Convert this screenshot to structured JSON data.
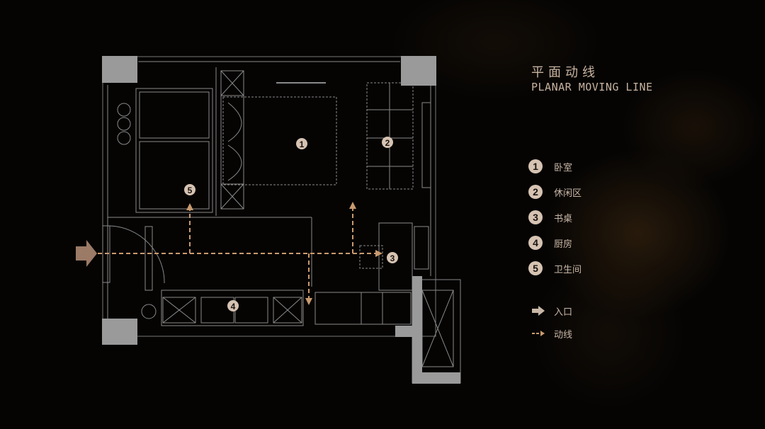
{
  "title": {
    "cn": "平面动线",
    "en": "PLANAR MOVING LINE"
  },
  "legend": [
    {
      "num": "1",
      "label": "卧室"
    },
    {
      "num": "2",
      "label": "休闲区"
    },
    {
      "num": "3",
      "label": "书桌"
    },
    {
      "num": "4",
      "label": "厨房"
    },
    {
      "num": "5",
      "label": "卫生间"
    }
  ],
  "key": {
    "entrance": "入口",
    "route": "动线"
  },
  "plan_markers": [
    "1",
    "2",
    "3",
    "4",
    "5"
  ],
  "colors": {
    "accent": "#c99a6e",
    "badge": "#d6c3b2",
    "text": "#c8b3a0",
    "column": "#9a9a9a"
  }
}
